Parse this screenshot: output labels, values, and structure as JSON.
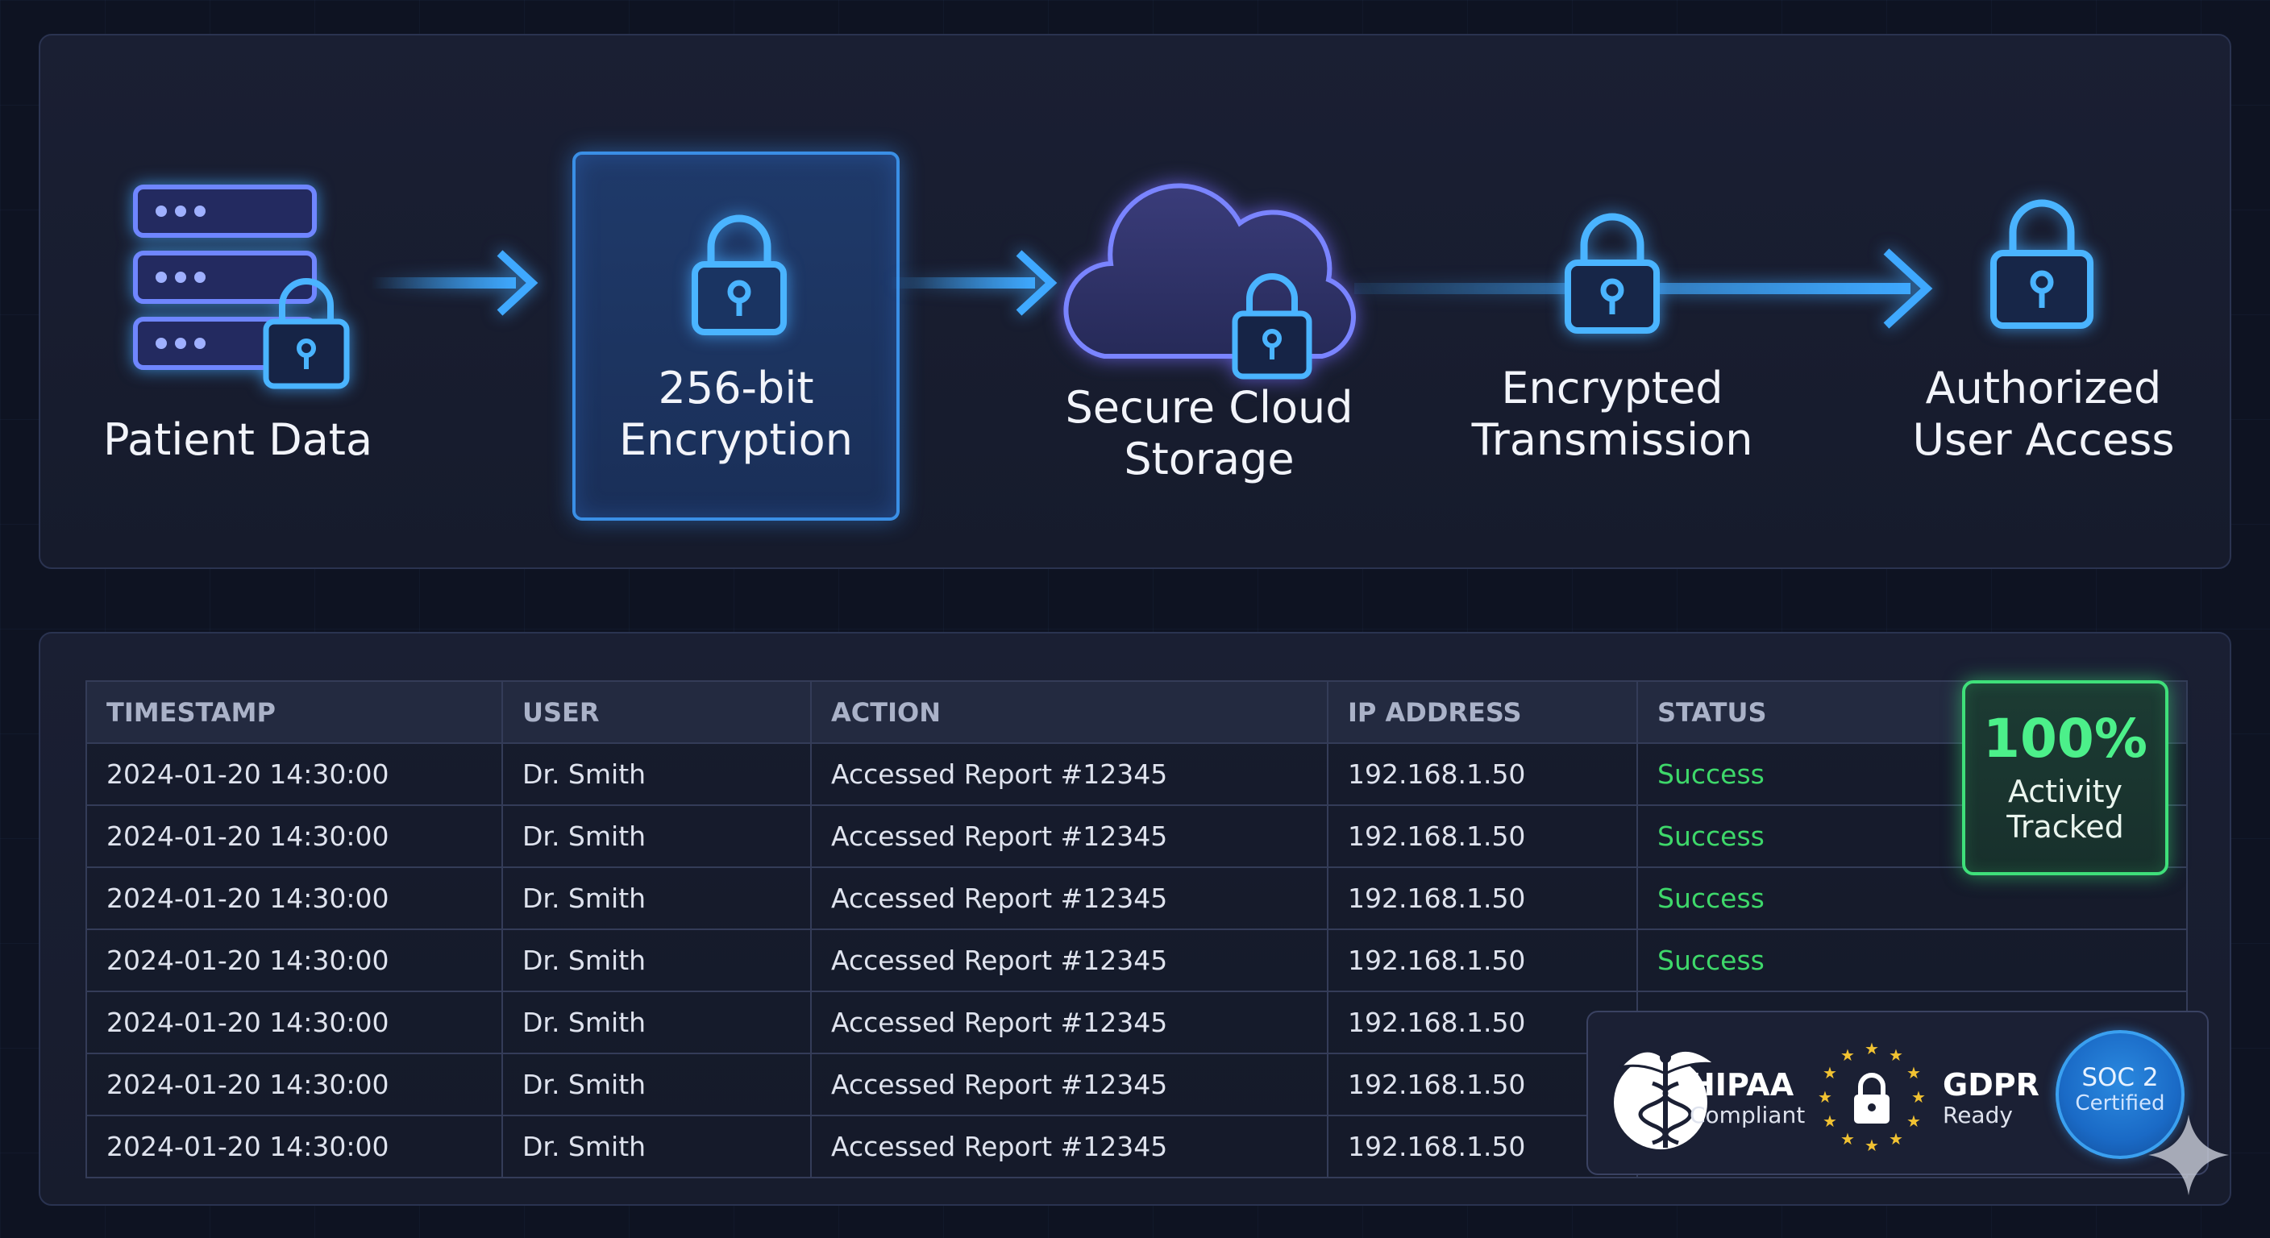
{
  "flow": {
    "steps": [
      {
        "label": "Patient Data",
        "icon": "server-lock-icon"
      },
      {
        "label": "256-bit\nEncryption",
        "icon": "lock-icon"
      },
      {
        "label": "Secure Cloud\nStorage",
        "icon": "cloud-lock-icon"
      },
      {
        "label": "Encrypted\nTransmission",
        "icon": "lock-icon"
      },
      {
        "label": "Authorized\nUser Access",
        "icon": "lock-icon"
      }
    ],
    "accent_color": "#3fa9ff"
  },
  "log": {
    "columns": [
      "TIMESTAMP",
      "USER",
      "ACTION",
      "IP ADDRESS",
      "STATUS"
    ],
    "rows": [
      {
        "timestamp": "2024-01-20 14:30:00",
        "user": "Dr. Smith",
        "action": "Accessed Report #12345",
        "ip": "192.168.1.50",
        "status": "Success"
      },
      {
        "timestamp": "2024-01-20 14:30:00",
        "user": "Dr. Smith",
        "action": "Accessed Report #12345",
        "ip": "192.168.1.50",
        "status": "Success"
      },
      {
        "timestamp": "2024-01-20 14:30:00",
        "user": "Dr. Smith",
        "action": "Accessed Report #12345",
        "ip": "192.168.1.50",
        "status": "Success"
      },
      {
        "timestamp": "2024-01-20 14:30:00",
        "user": "Dr. Smith",
        "action": "Accessed Report #12345",
        "ip": "192.168.1.50",
        "status": "Success"
      },
      {
        "timestamp": "2024-01-20 14:30:00",
        "user": "Dr. Smith",
        "action": "Accessed Report #12345",
        "ip": "192.168.1.50",
        "status": ""
      },
      {
        "timestamp": "2024-01-20 14:30:00",
        "user": "Dr. Smith",
        "action": "Accessed Report #12345",
        "ip": "192.168.1.50",
        "status": ""
      },
      {
        "timestamp": "2024-01-20 14:30:00",
        "user": "Dr. Smith",
        "action": "Accessed Report #12345",
        "ip": "192.168.1.50",
        "status": ""
      }
    ],
    "success_color": "#3ed86a"
  },
  "badge": {
    "percent": "100%",
    "text": "Activity\nTracked",
    "color": "#3fe07a"
  },
  "compliance": {
    "hipaa": {
      "title": "HIPAA",
      "sub": "Compliant",
      "icon": "caduceus-icon"
    },
    "gdpr": {
      "title": "GDPR",
      "sub": "Ready",
      "icon": "eu-stars-lock-icon"
    },
    "soc": {
      "title": "SOC 2",
      "sub": "Certified",
      "icon": "soc2-seal-icon"
    }
  }
}
